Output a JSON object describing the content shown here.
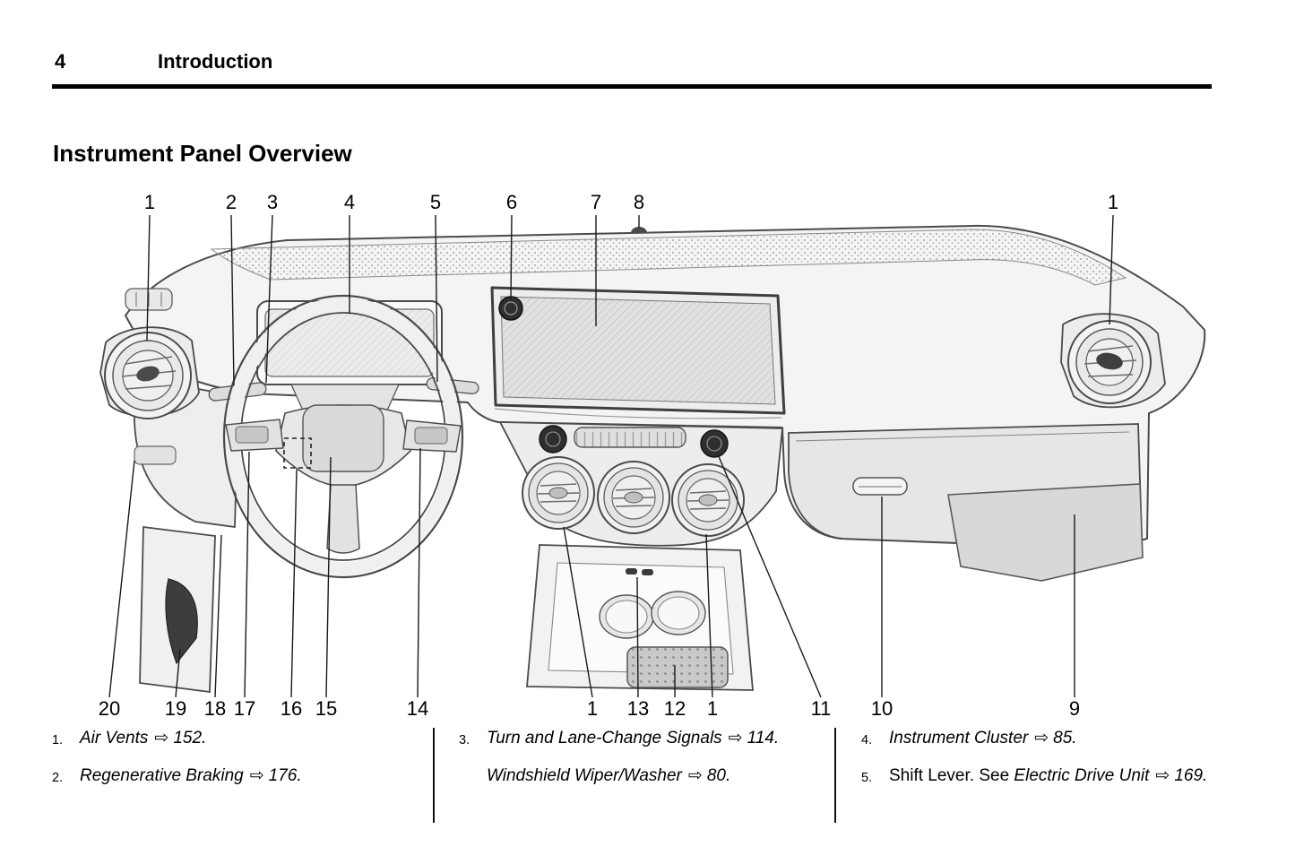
{
  "header": {
    "page_number": "4",
    "section_title": "Introduction"
  },
  "heading": "Instrument Panel Overview",
  "callouts": {
    "top": [
      "1",
      "2",
      "3",
      "4",
      "5",
      "6",
      "7",
      "8",
      "1"
    ],
    "bottom": [
      "20",
      "19",
      "18",
      "17",
      "16",
      "15",
      "14",
      "1",
      "13",
      "12",
      "1",
      "11",
      "10",
      "9"
    ]
  },
  "legend": {
    "columns": [
      {
        "items": [
          {
            "num": "1.",
            "italic": "Air Vents",
            "arrow": "⇨",
            "ref": "152."
          },
          {
            "num": "2.",
            "italic": "Regenerative Braking",
            "arrow": "⇨",
            "ref": "176."
          }
        ]
      },
      {
        "items": [
          {
            "num": "3.",
            "italic": "Turn and Lane-Change Signals",
            "arrow": "⇨",
            "ref": "114."
          },
          {
            "num": "",
            "italic": "Windshield Wiper/Washer",
            "arrow": "⇨",
            "ref": "80."
          }
        ]
      },
      {
        "items": [
          {
            "num": "4.",
            "italic": "Instrument Cluster",
            "arrow": "⇨",
            "ref": "85."
          },
          {
            "num": "5.",
            "roman": "Shift Lever. See ",
            "italic": "Electric Drive Unit",
            "arrow": "⇨",
            "ref": "169."
          }
        ]
      }
    ]
  }
}
